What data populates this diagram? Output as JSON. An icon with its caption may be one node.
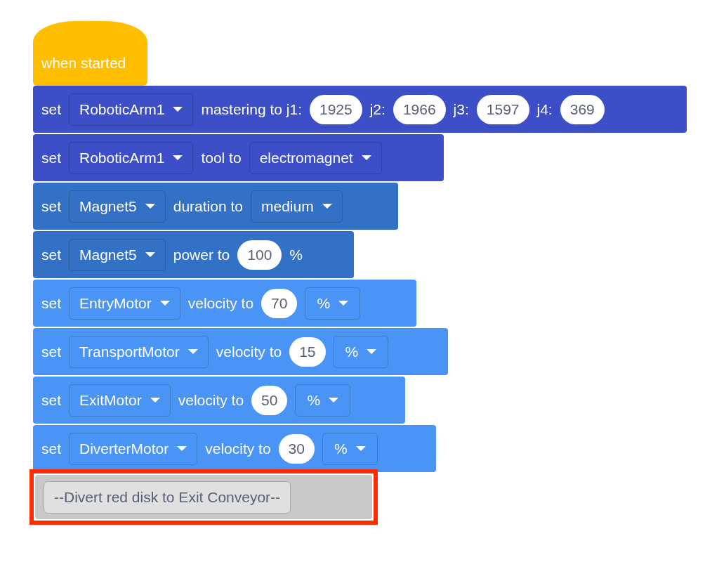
{
  "diagram": {
    "nodes": [
      {
        "text": [
          "when started"
        ]
      },
      {
        "text": [
          "set",
          "RoboticArm1",
          "mastering to j1:",
          "1925",
          "j2:",
          "1966",
          "j3:",
          "1597",
          "j4:",
          "369"
        ]
      },
      {
        "text": [
          "set",
          "RoboticArm1",
          "tool to",
          "electromagnet"
        ]
      },
      {
        "text": [
          "set",
          "Magnet5",
          "duration to",
          "medium"
        ]
      },
      {
        "text": [
          "set",
          "Magnet5",
          "power to",
          "100",
          "%"
        ]
      },
      {
        "text": [
          "set",
          "EntryMotor",
          "velocity to",
          "70",
          "%"
        ]
      },
      {
        "text": [
          "set",
          "TransportMotor",
          "velocity to",
          "15",
          "%"
        ]
      },
      {
        "text": [
          "set",
          "ExitMotor",
          "velocity to",
          "50",
          "%"
        ]
      },
      {
        "text": [
          "set",
          "DiverterMotor",
          "velocity to",
          "30",
          "%"
        ]
      },
      {
        "text": [],
        "shape": "box"
      },
      {
        "text": [
          "--Divert red disk to Exit Conveyor--"
        ],
        "in": 9
      }
    ]
  }
}
